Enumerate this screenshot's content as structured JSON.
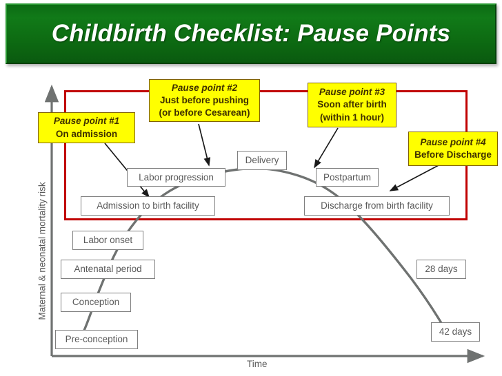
{
  "title": {
    "text": "Childbirth Checklist: Pause Points",
    "banner_color": "#0d6b12",
    "text_color": "#ffffff"
  },
  "axes": {
    "y_label": "Maternal & neonatal mortality risk",
    "x_label": "Time",
    "axis_color": "#7f7f7f"
  },
  "highlight_rect": {
    "color": "#c00000"
  },
  "pause_points": [
    {
      "id": "pause-point-1",
      "title": "Pause point #1",
      "lines": [
        "On admission"
      ]
    },
    {
      "id": "pause-point-2",
      "title": "Pause point #2",
      "lines": [
        "Just before pushing",
        "(or before Cesarean)"
      ]
    },
    {
      "id": "pause-point-3",
      "title": "Pause point #3",
      "lines": [
        "Soon after birth",
        "(within 1 hour)"
      ]
    },
    {
      "id": "pause-point-4",
      "title": "Pause point #4",
      "lines": [
        "Before Discharge"
      ]
    }
  ],
  "process_steps": [
    {
      "id": "pre-conception",
      "label": "Pre-conception"
    },
    {
      "id": "conception",
      "label": "Conception"
    },
    {
      "id": "antenatal-period",
      "label": "Antenatal period"
    },
    {
      "id": "labor-onset",
      "label": "Labor onset"
    },
    {
      "id": "admission",
      "label": "Admission to birth facility"
    },
    {
      "id": "labor-progression",
      "label": "Labor progression"
    },
    {
      "id": "delivery",
      "label": "Delivery"
    },
    {
      "id": "postpartum",
      "label": "Postpartum"
    },
    {
      "id": "discharge",
      "label": "Discharge from birth facility"
    },
    {
      "id": "28-days",
      "label": "28 days"
    },
    {
      "id": "42-days",
      "label": "42 days"
    }
  ],
  "chart_data": {
    "type": "line",
    "title": "Childbirth Checklist: Pause Points",
    "xlabel": "Time",
    "ylabel": "Maternal & neonatal mortality risk",
    "grid": false,
    "legend": "none",
    "annotation_curve": "Risk rises from pre-conception to a peak around delivery, then falls through postpartum, discharge, 28 days and 42 days",
    "stages": [
      "Pre-conception",
      "Conception",
      "Antenatal period",
      "Labor onset",
      "Admission to birth facility",
      "Labor progression",
      "Delivery",
      "Postpartum",
      "Discharge from birth facility",
      "28 days",
      "42 days"
    ],
    "checklist_pause_points": [
      "Pause point #1 — On admission",
      "Pause point #2 — Just before pushing (or before Cesarean)",
      "Pause point #3 — Soon after birth (within 1 hour)",
      "Pause point #4 — Before Discharge"
    ]
  }
}
